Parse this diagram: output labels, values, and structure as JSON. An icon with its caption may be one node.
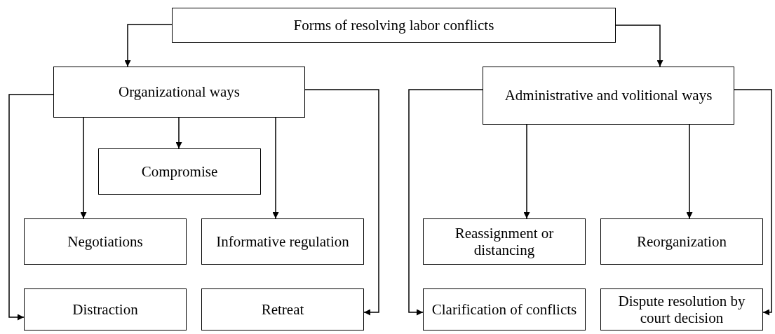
{
  "diagram": {
    "nodes": [
      {
        "text": [
          "Forms of resolving labor conflicts"
        ]
      },
      {
        "text": [
          "Organizational ways"
        ]
      },
      {
        "text": [
          "Administrative and volitional ways"
        ]
      },
      {
        "text": [
          "Compromise"
        ]
      },
      {
        "text": [
          "Negotiations"
        ]
      },
      {
        "text": [
          "Informative regulation"
        ]
      },
      {
        "text": [
          "Reassignment or distancing"
        ]
      },
      {
        "text": [
          "Reorganization"
        ]
      },
      {
        "text": [
          "Distraction"
        ]
      },
      {
        "text": [
          "Retreat"
        ]
      },
      {
        "text": [
          "Clarification of conflicts"
        ]
      },
      {
        "text": [
          "Dispute resolution by court decision"
        ]
      }
    ],
    "edges": [
      {
        "from": 0,
        "to": 1,
        "arrow": "to"
      },
      {
        "from": 0,
        "to": 2,
        "arrow": "to"
      },
      {
        "from": 1,
        "to": 3,
        "arrow": "to"
      },
      {
        "from": 1,
        "to": 4,
        "arrow": "to"
      },
      {
        "from": 1,
        "to": 5,
        "arrow": "to"
      },
      {
        "from": 1,
        "to": 8,
        "arrow": "to"
      },
      {
        "from": 1,
        "to": 9,
        "arrow": "to"
      },
      {
        "from": 2,
        "to": 6,
        "arrow": "to"
      },
      {
        "from": 2,
        "to": 7,
        "arrow": "to"
      },
      {
        "from": 2,
        "to": 10,
        "arrow": "to"
      },
      {
        "from": 2,
        "to": 11,
        "arrow": "to"
      }
    ]
  }
}
